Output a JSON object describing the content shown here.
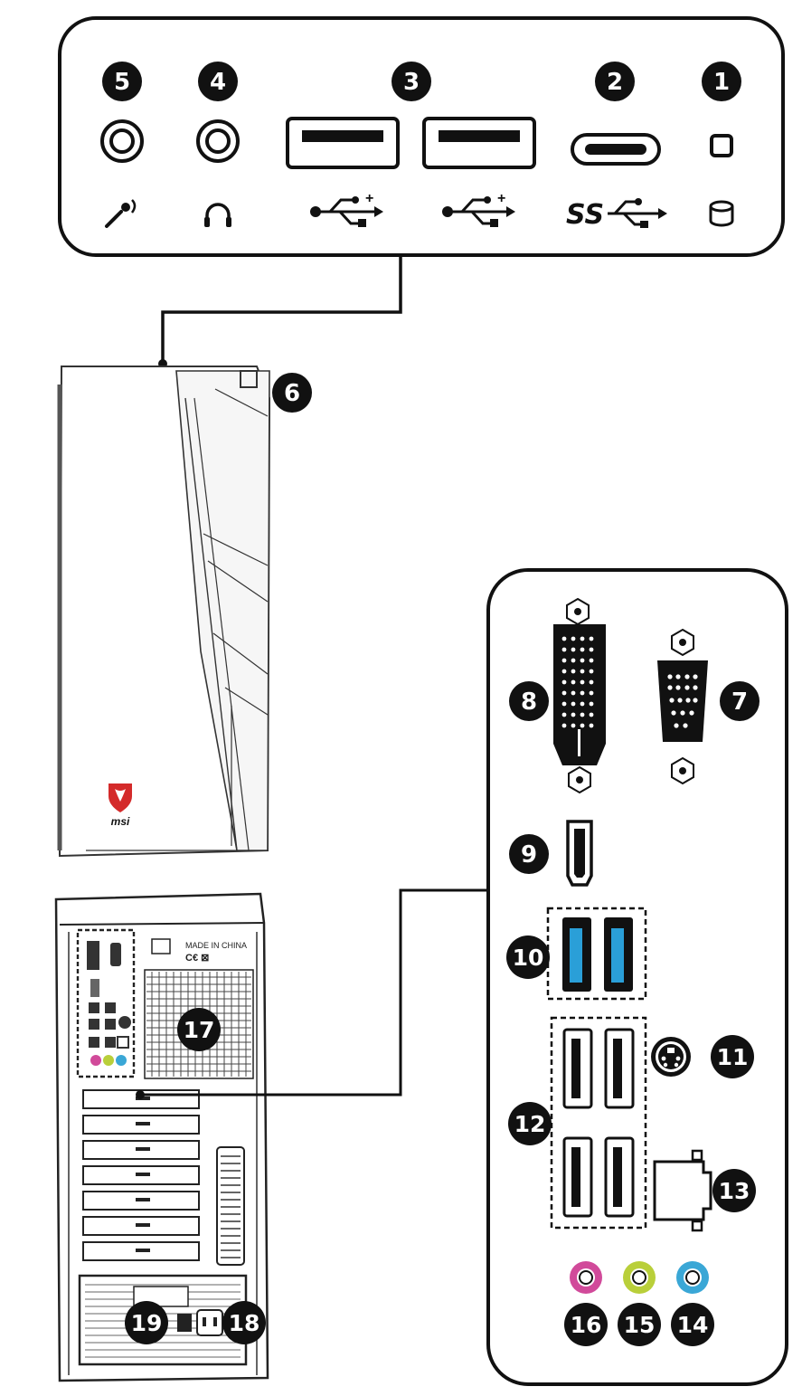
{
  "callouts": {
    "c1": "1",
    "c2": "2",
    "c3": "3",
    "c4": "4",
    "c5": "5",
    "c6": "6",
    "c7": "7",
    "c8": "8",
    "c9": "9",
    "c10": "10",
    "c11": "11",
    "c12": "12",
    "c13": "13",
    "c14": "14",
    "c15": "15",
    "c16": "16",
    "c17": "17",
    "c18": "18",
    "c19": "19"
  },
  "front_panel": {
    "superspeed_mark": "SS",
    "usb_plus": "+"
  },
  "tower": {
    "logo_text": "msi"
  },
  "rear_tower": {
    "made_in": "MADE IN CHINA"
  },
  "colors": {
    "line": "#111111",
    "usb3_blue": "#2a9fd8",
    "mic_pink": "#d14a9a",
    "line_out_green": "#b9cf3a",
    "line_in_blue": "#3aa7d6",
    "msi_red": "#d42a2a"
  },
  "icons": {
    "microphone": "mic-icon",
    "headphone": "headphone-icon",
    "usb": "usb-icon",
    "hdd_led": "hdd-led-icon"
  }
}
